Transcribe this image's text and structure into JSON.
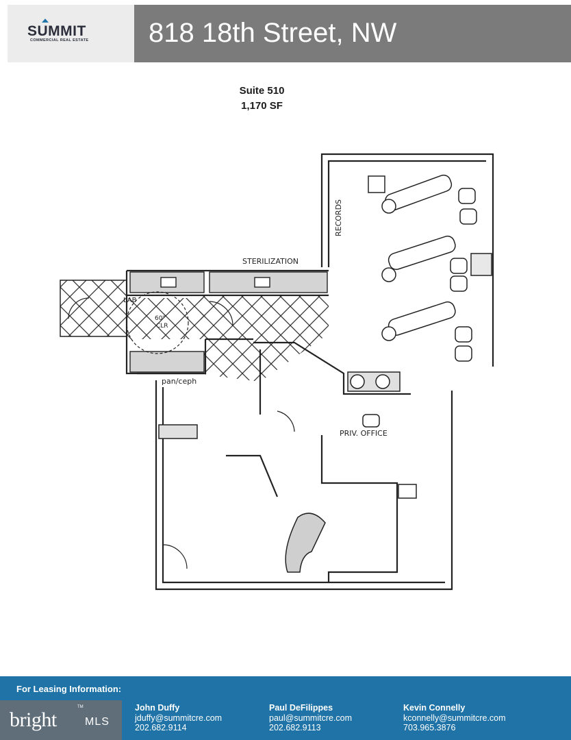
{
  "header": {
    "logo_name": "SUMMIT",
    "logo_subtitle": "COMMERCIAL REAL ESTATE",
    "title": "818 18th Street, NW",
    "title_bar_color": "#7b7b7b",
    "logo_bg_color": "#ececec"
  },
  "listing": {
    "suite": "Suite 510",
    "area": "1,170 SF"
  },
  "floor_plan": {
    "labels": {
      "records": "RECORDS",
      "sterilization": "STERILIZATION",
      "lab": "LAB",
      "clear_circle_1": "60\"",
      "clear_circle_2": "CLR",
      "pan_ceph": "pan/ceph",
      "private_office": "PRIV. OFFICE"
    }
  },
  "footer": {
    "leasing_label": "For Leasing Information:",
    "bright_logo": "bright",
    "mls_logo": "MLS",
    "trademark": "TM",
    "contacts": [
      {
        "name": "John Duffy",
        "email": "jduffy@summitcre.com",
        "phone": "202.682.9114"
      },
      {
        "name": "Paul DeFilippes",
        "email": "paul@summitcre.com",
        "phone": "202.682.9113"
      },
      {
        "name": "Kevin Connelly",
        "email": "kconnelly@summitcre.com",
        "phone": "703.965.3876"
      }
    ],
    "bg_color": "#1f73a7"
  }
}
